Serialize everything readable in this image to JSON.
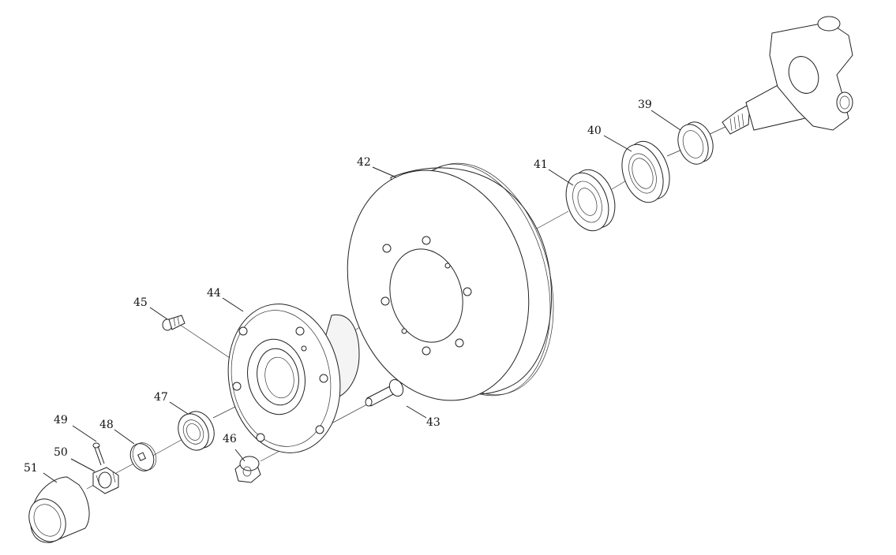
{
  "diagram": {
    "type": "exploded-assembly",
    "part_numbers": {
      "p39": "39",
      "p40": "40",
      "p41": "41",
      "p42": "42",
      "p43": "43",
      "p44": "44",
      "p45": "45",
      "p46": "46",
      "p47": "47",
      "p48": "48",
      "p49": "49",
      "p50": "50",
      "p51": "51"
    }
  }
}
